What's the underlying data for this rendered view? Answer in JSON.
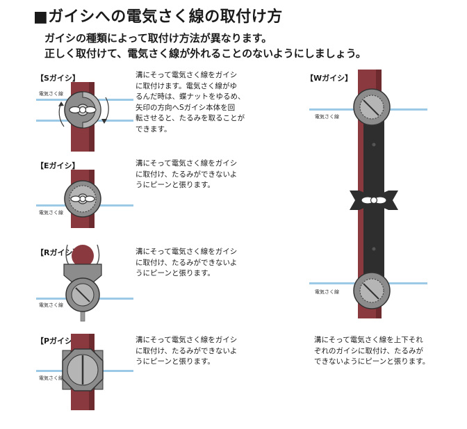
{
  "title": "■ガイシへの電気さく線の取付け方",
  "subtitle_lines": [
    "ガイシの種類によって取付け方法が異なります。",
    "正しく取付けて、電気さく線が外れることのないようにしましょう。"
  ],
  "wire_label": "電気さく線",
  "sections": {
    "s": {
      "label": "【Sガイシ】",
      "description": "溝にそって電気さく線をガイシ\nに取付けます。電気さく線がゆ\nるんだ時は、蝶ナットをゆるめ、\n矢印の方向へSガイシ本体を回\n転させると、たるみを取ることが\nできます。"
    },
    "e": {
      "label": "【Eガイシ】",
      "description": "溝にそって電気さく線をガイシ\nに取付け、たるみができないよ\nうにピーンと張ります。"
    },
    "r": {
      "label": "【Rガイシ】",
      "description": "溝にそって電気さく線をガイシ\nに取付け、たるみができないよ\nうにピーンと張ります。"
    },
    "p": {
      "label": "【Pガイシ】",
      "description": "溝にそって電気さく線をガイシ\nに取付け、たるみができないよ\nうにピーンと張ります。"
    },
    "w": {
      "label": "【Wガイシ】",
      "description": "溝にそって電気さく線を上下それ\nぞれのガイシに取付け、たるみが\nできないようにピーンと張ります。"
    }
  },
  "colors": {
    "post": "#8a3a3f",
    "post_dark": "#6d2a2f",
    "insulator": "#8c8c8c",
    "insulator_light": "#b5b5b5",
    "wire": "#9cc9e6",
    "bracket": "#2e2e2e"
  },
  "icons": [
    "arrow-icon",
    "wing-nut-icon"
  ]
}
